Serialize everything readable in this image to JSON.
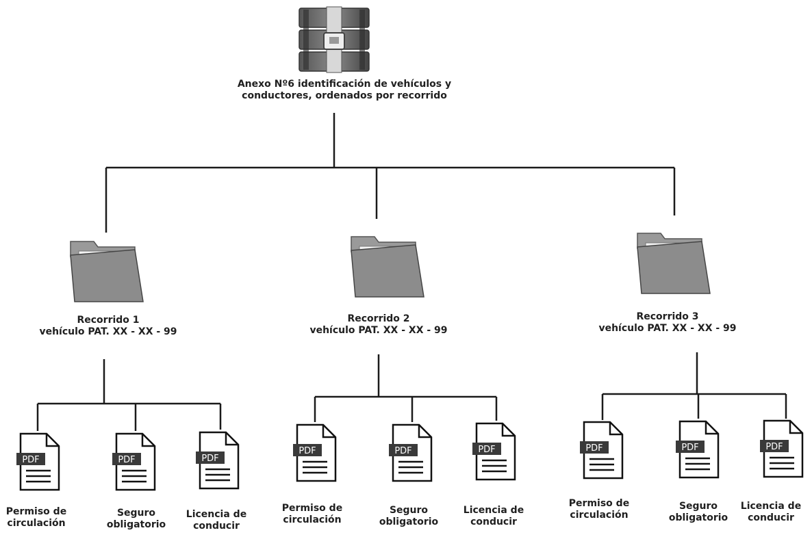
{
  "root": {
    "icon": "archive-icon",
    "line1": "Anexo Nº6 identificación de vehículos y",
    "line2": "conductores, ordenados por recorrido"
  },
  "branches": [
    {
      "icon": "folder-icon",
      "name": "Recorrido 1",
      "vehicle": "vehículo PAT. XX - XX - 99",
      "docs": [
        {
          "icon": "pdf-icon",
          "badge": "PDF",
          "line1": "Permiso de",
          "line2": "circulación"
        },
        {
          "icon": "pdf-icon",
          "badge": "PDF",
          "line1": "Seguro",
          "line2": "obligatorio"
        },
        {
          "icon": "pdf-icon",
          "badge": "PDF",
          "line1": "Licencia de",
          "line2": "conducir"
        }
      ]
    },
    {
      "icon": "folder-icon",
      "name": "Recorrido 2",
      "vehicle": "vehículo PAT. XX - XX - 99",
      "docs": [
        {
          "icon": "pdf-icon",
          "badge": "PDF",
          "line1": "Permiso de",
          "line2": "circulación"
        },
        {
          "icon": "pdf-icon",
          "badge": "PDF",
          "line1": "Seguro",
          "line2": "obligatorio"
        },
        {
          "icon": "pdf-icon",
          "badge": "PDF",
          "line1": "Licencia de",
          "line2": "conducir"
        }
      ]
    },
    {
      "icon": "folder-icon",
      "name": "Recorrido 3",
      "vehicle": "vehículo PAT. XX - XX - 99",
      "docs": [
        {
          "icon": "pdf-icon",
          "badge": "PDF",
          "line1": "Permiso de",
          "line2": "circulación"
        },
        {
          "icon": "pdf-icon",
          "badge": "PDF",
          "line1": "Seguro",
          "line2": "obligatorio"
        },
        {
          "icon": "pdf-icon",
          "badge": "PDF",
          "line1": "Licencia de",
          "line2": "conducir"
        }
      ]
    }
  ]
}
